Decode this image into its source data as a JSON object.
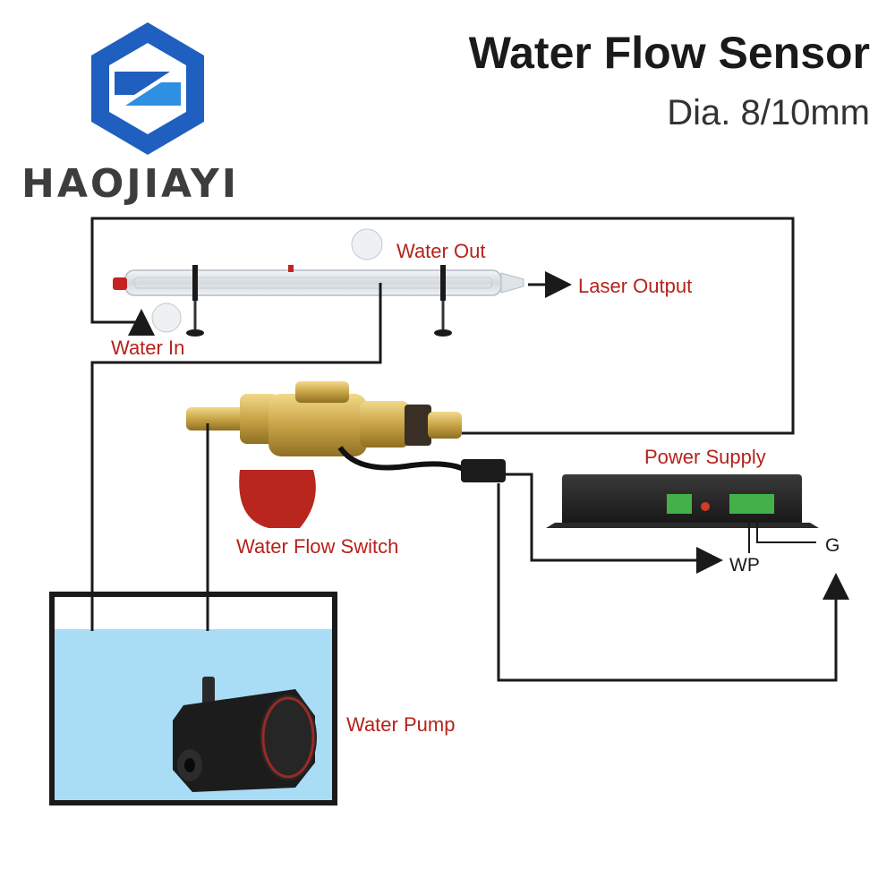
{
  "header": {
    "title": "Water Flow Sensor",
    "subtitle": "Dia. 8/10mm"
  },
  "brand": {
    "name": "HAOJIAYI",
    "logo_color": "#1f5fbf"
  },
  "labels": {
    "water_out": "Water Out",
    "water_in": "Water In",
    "laser_output": "Laser Output",
    "power_supply": "Power Supply",
    "water_flow_switch": "Water Flow Switch",
    "water_pump": "Water Pump",
    "wp": "WP",
    "g": "G"
  },
  "colors": {
    "label_red": "#b5221b",
    "tank_water": "#a9dcf5",
    "brass": "#c9a447",
    "line": "#1a1a1a"
  }
}
